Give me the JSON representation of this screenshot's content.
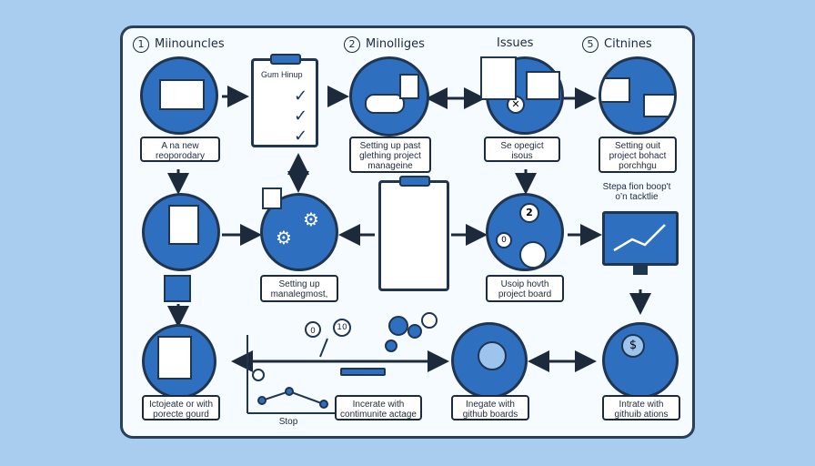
{
  "steps": {
    "s1": {
      "number": "1",
      "title": "Miinouncles"
    },
    "s2": {
      "number": "2",
      "title": "Minolliges"
    },
    "s3": {
      "title": "Issues"
    },
    "s4": {
      "number": "5",
      "title": "Citnines"
    }
  },
  "clipboard1": {
    "heading": "Gum Hinup"
  },
  "labels": {
    "l1": [
      "A na new",
      "reoporodary"
    ],
    "l2": [
      "Setting up past",
      "glething project",
      "manageine"
    ],
    "l3": [
      "Se opegict",
      "isous"
    ],
    "l4": [
      "Setting ouit",
      "project bohact",
      "porchhgu"
    ],
    "l5": [
      "Setting up",
      "manalegmost,"
    ],
    "l6": [
      "Usoip hovth",
      "project board"
    ],
    "l7": [
      "Ictojeate or with",
      "porecte gourd"
    ],
    "l8": [
      "Incerate with",
      "contimunite actage"
    ],
    "l9": [
      "Inegate with",
      "github boards"
    ],
    "l10": [
      "Intrate with",
      "githuib ations"
    ]
  },
  "free_text": {
    "right_note": [
      "Stepa fion boop't",
      "o’n tacktlie"
    ],
    "stop": "Stop",
    "circle_nums": [
      "2",
      "0"
    ],
    "bubble_nums": [
      "0",
      "10"
    ]
  },
  "colors": {
    "accent": "#2f6fc0",
    "outline": "#1f3550",
    "background": "#a9cdef",
    "panel": "#f6fbff"
  }
}
